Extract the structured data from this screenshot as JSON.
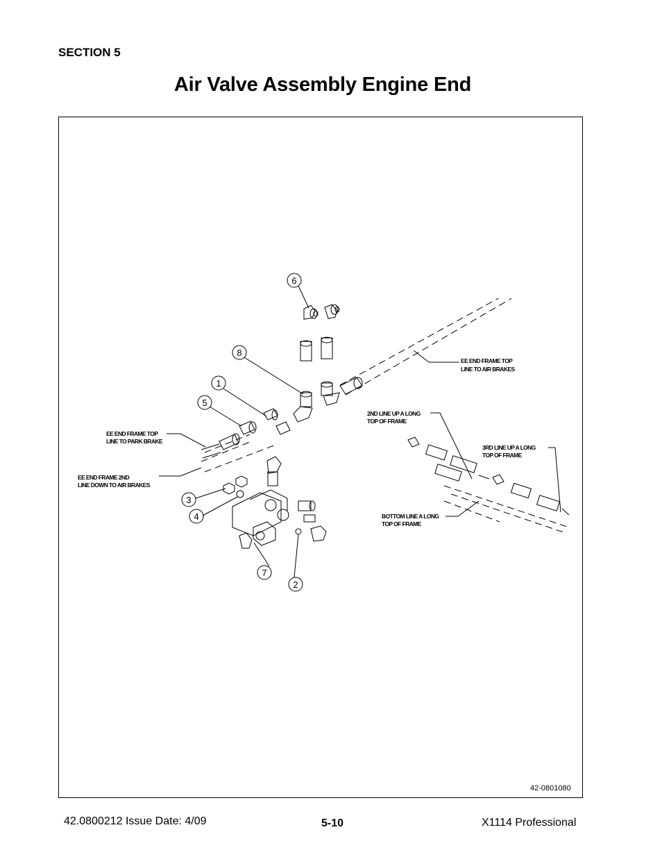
{
  "header": {
    "section": "SECTION 5",
    "title": "Air Valve Assembly Engine End"
  },
  "callouts": [
    "6",
    "8",
    "1",
    "5",
    "3",
    "4",
    "7",
    "2"
  ],
  "notes": {
    "ee_top_air_1": "EE END FRAME TOP",
    "ee_top_air_2": "LINE TO AIR BRAKES",
    "ee_top_park_1": "EE END FRAME TOP",
    "ee_top_park_2": "LINE TO PARK BRAKE",
    "ee_2nd_1": "EE END FRAME 2ND",
    "ee_2nd_2": "LINE DOWN TO AIR BRAKES",
    "second_line_1": "2ND LINE UP A LONG",
    "second_line_2": "TOP OF FRAME",
    "third_line_1": "3RD LINE UP A LONG",
    "third_line_2": "TOP OF FRAME",
    "bottom_line_1": "BOTTOM LINE A LONG",
    "bottom_line_2": "TOP OF FRAME"
  },
  "drawing_number": "42-0801080",
  "footer": {
    "doc_info": "42.0800212  Issue Date: 4/09",
    "page": "5-10",
    "product": "X1114 Professional"
  }
}
